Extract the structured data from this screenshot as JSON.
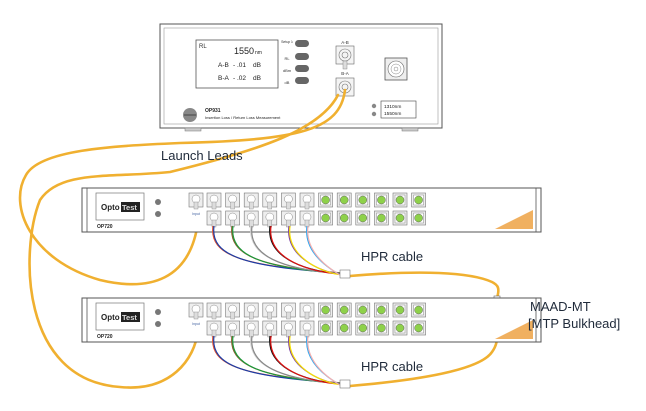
{
  "colors": {
    "fiber": "#f0b030",
    "device_stroke": "#555555",
    "device_fill": "#ffffff",
    "port_green": "#8ed14a",
    "corner_accent": "#f0b060",
    "text": "#1f2a3a",
    "fan_colors": [
      "#e8502a",
      "#1a3ea8",
      "#8a5a2b",
      "#1a9a3a",
      "#d0d0d0",
      "#888888",
      "#111111",
      "#e01010",
      "#7b3fa0",
      "#f5e000",
      "#30a8f0",
      "#f4b0b0"
    ]
  },
  "meter": {
    "model": "OP931",
    "subtitle": "Insertion Loss / Return Loss Measurement",
    "display": {
      "mode": "RL",
      "wavelength_value": "1550",
      "wavelength_unit": "nm",
      "row1_label": "A-B",
      "row1_value": "- .01",
      "row1_unit": "dB",
      "row2_label": "B-A",
      "row2_value": "- .02",
      "row2_unit": "dB"
    },
    "buttons": [
      "Setup λ",
      "RL",
      "dBm",
      "dB"
    ],
    "port_labels": [
      "A-B",
      "B-A"
    ],
    "wavelength_indicators": [
      "1310nm",
      "1550nm"
    ]
  },
  "switches": [
    {
      "brand_part1": "Opto",
      "brand_part2": "Test",
      "model": "OP720",
      "input_label": "Input"
    },
    {
      "brand_part1": "Opto",
      "brand_part2": "Test",
      "model": "OP720",
      "input_label": "Input"
    }
  ],
  "labels": {
    "launch_leads": "Launch Leads",
    "hpr_cable_1": "HPR cable",
    "hpr_cable_2": "HPR cable",
    "maad_line1": "MAAD-MT",
    "maad_line2": "[MTP Bulkhead]"
  }
}
